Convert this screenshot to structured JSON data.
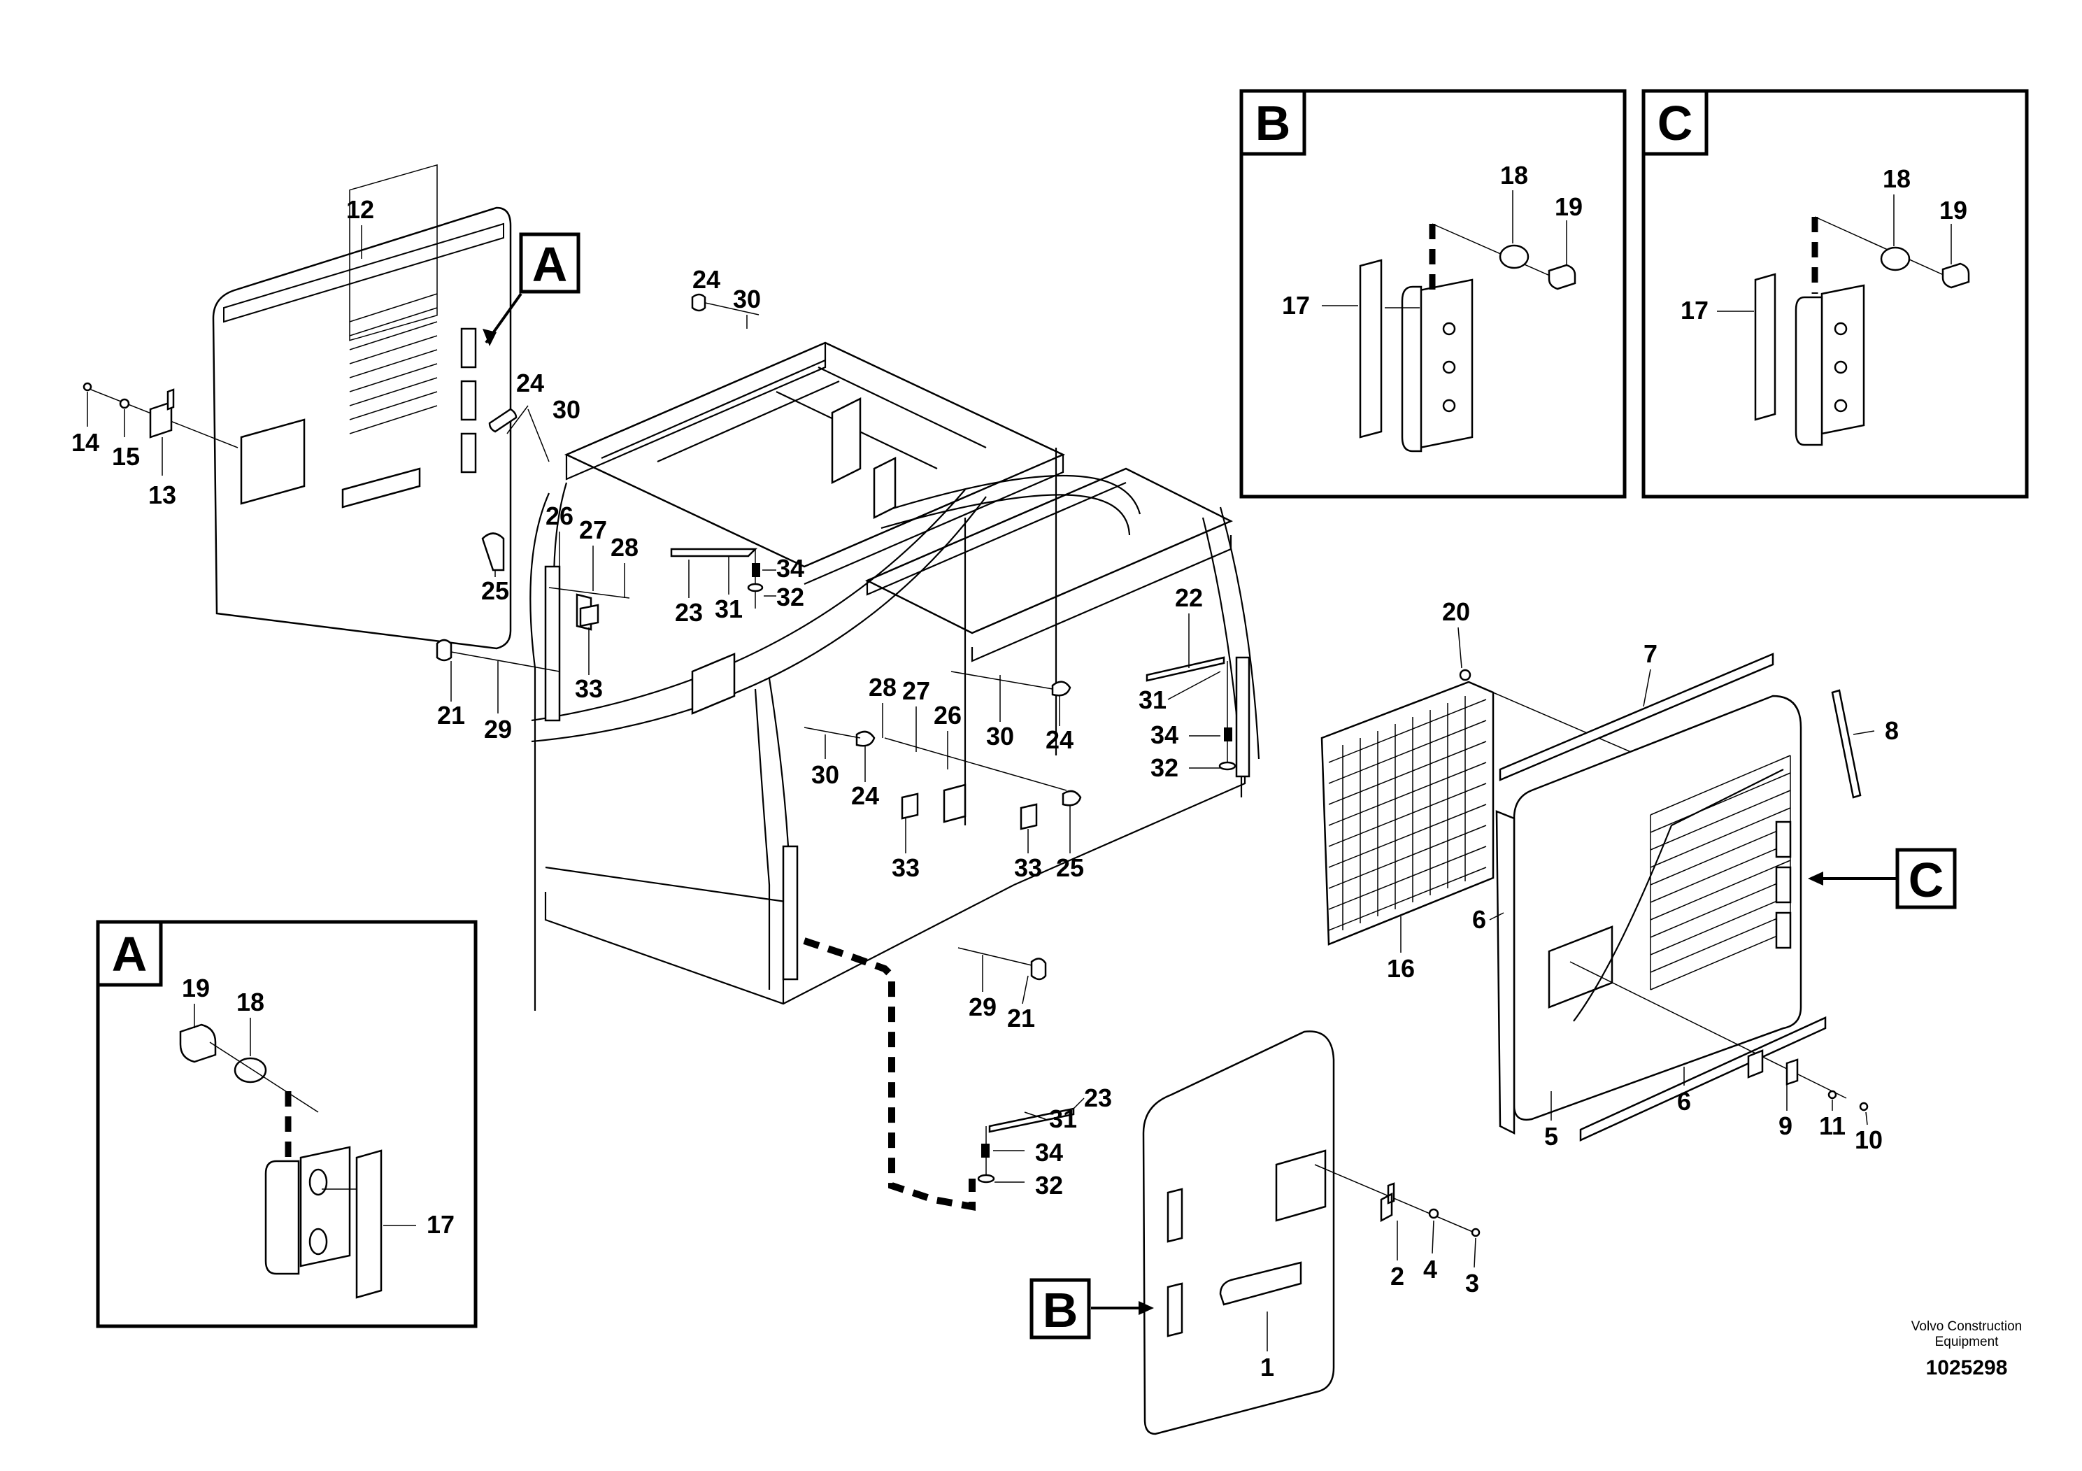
{
  "part_labels": {
    "p1": "1",
    "p2": "2",
    "p3": "3",
    "p4": "4",
    "p5": "5",
    "p6a": "6",
    "p6b": "6",
    "p7": "7",
    "p8": "8",
    "p9": "9",
    "p10": "10",
    "p11": "11",
    "p12": "12",
    "p13": "13",
    "p14": "14",
    "p15": "15",
    "p16": "16",
    "p17A": "17",
    "p17B": "17",
    "p17C": "17",
    "p18A": "18",
    "p18B": "18",
    "p18C": "18",
    "p19A": "19",
    "p19B": "19",
    "p19C": "19",
    "p20": "20",
    "p21a": "21",
    "p21b": "21",
    "p22": "22",
    "p23a": "23",
    "p23b": "23",
    "p24a": "24",
    "p24b": "24",
    "p24c": "24",
    "p24d": "24",
    "p25a": "25",
    "p25b": "25",
    "p26a": "26",
    "p26b": "26",
    "p27a": "27",
    "p27b": "27",
    "p28a": "28",
    "p28b": "28",
    "p29a": "29",
    "p29b": "29",
    "p30a": "30",
    "p30b": "30",
    "p30c": "30",
    "p30d": "30",
    "p31a": "31",
    "p31b": "31",
    "p31c": "31",
    "p32a": "32",
    "p32b": "32",
    "p32c": "32",
    "p33a": "33",
    "p33b": "33",
    "p33c": "33",
    "p34a": "34",
    "p34b": "34",
    "p34c": "34"
  },
  "callouts": {
    "A": "A",
    "B": "B",
    "C": "C",
    "detail_A": "A",
    "detail_B": "B",
    "detail_C": "C"
  },
  "footer": {
    "company_line1": "Volvo Construction",
    "company_line2": "Equipment",
    "drawing_number": "1025298"
  }
}
